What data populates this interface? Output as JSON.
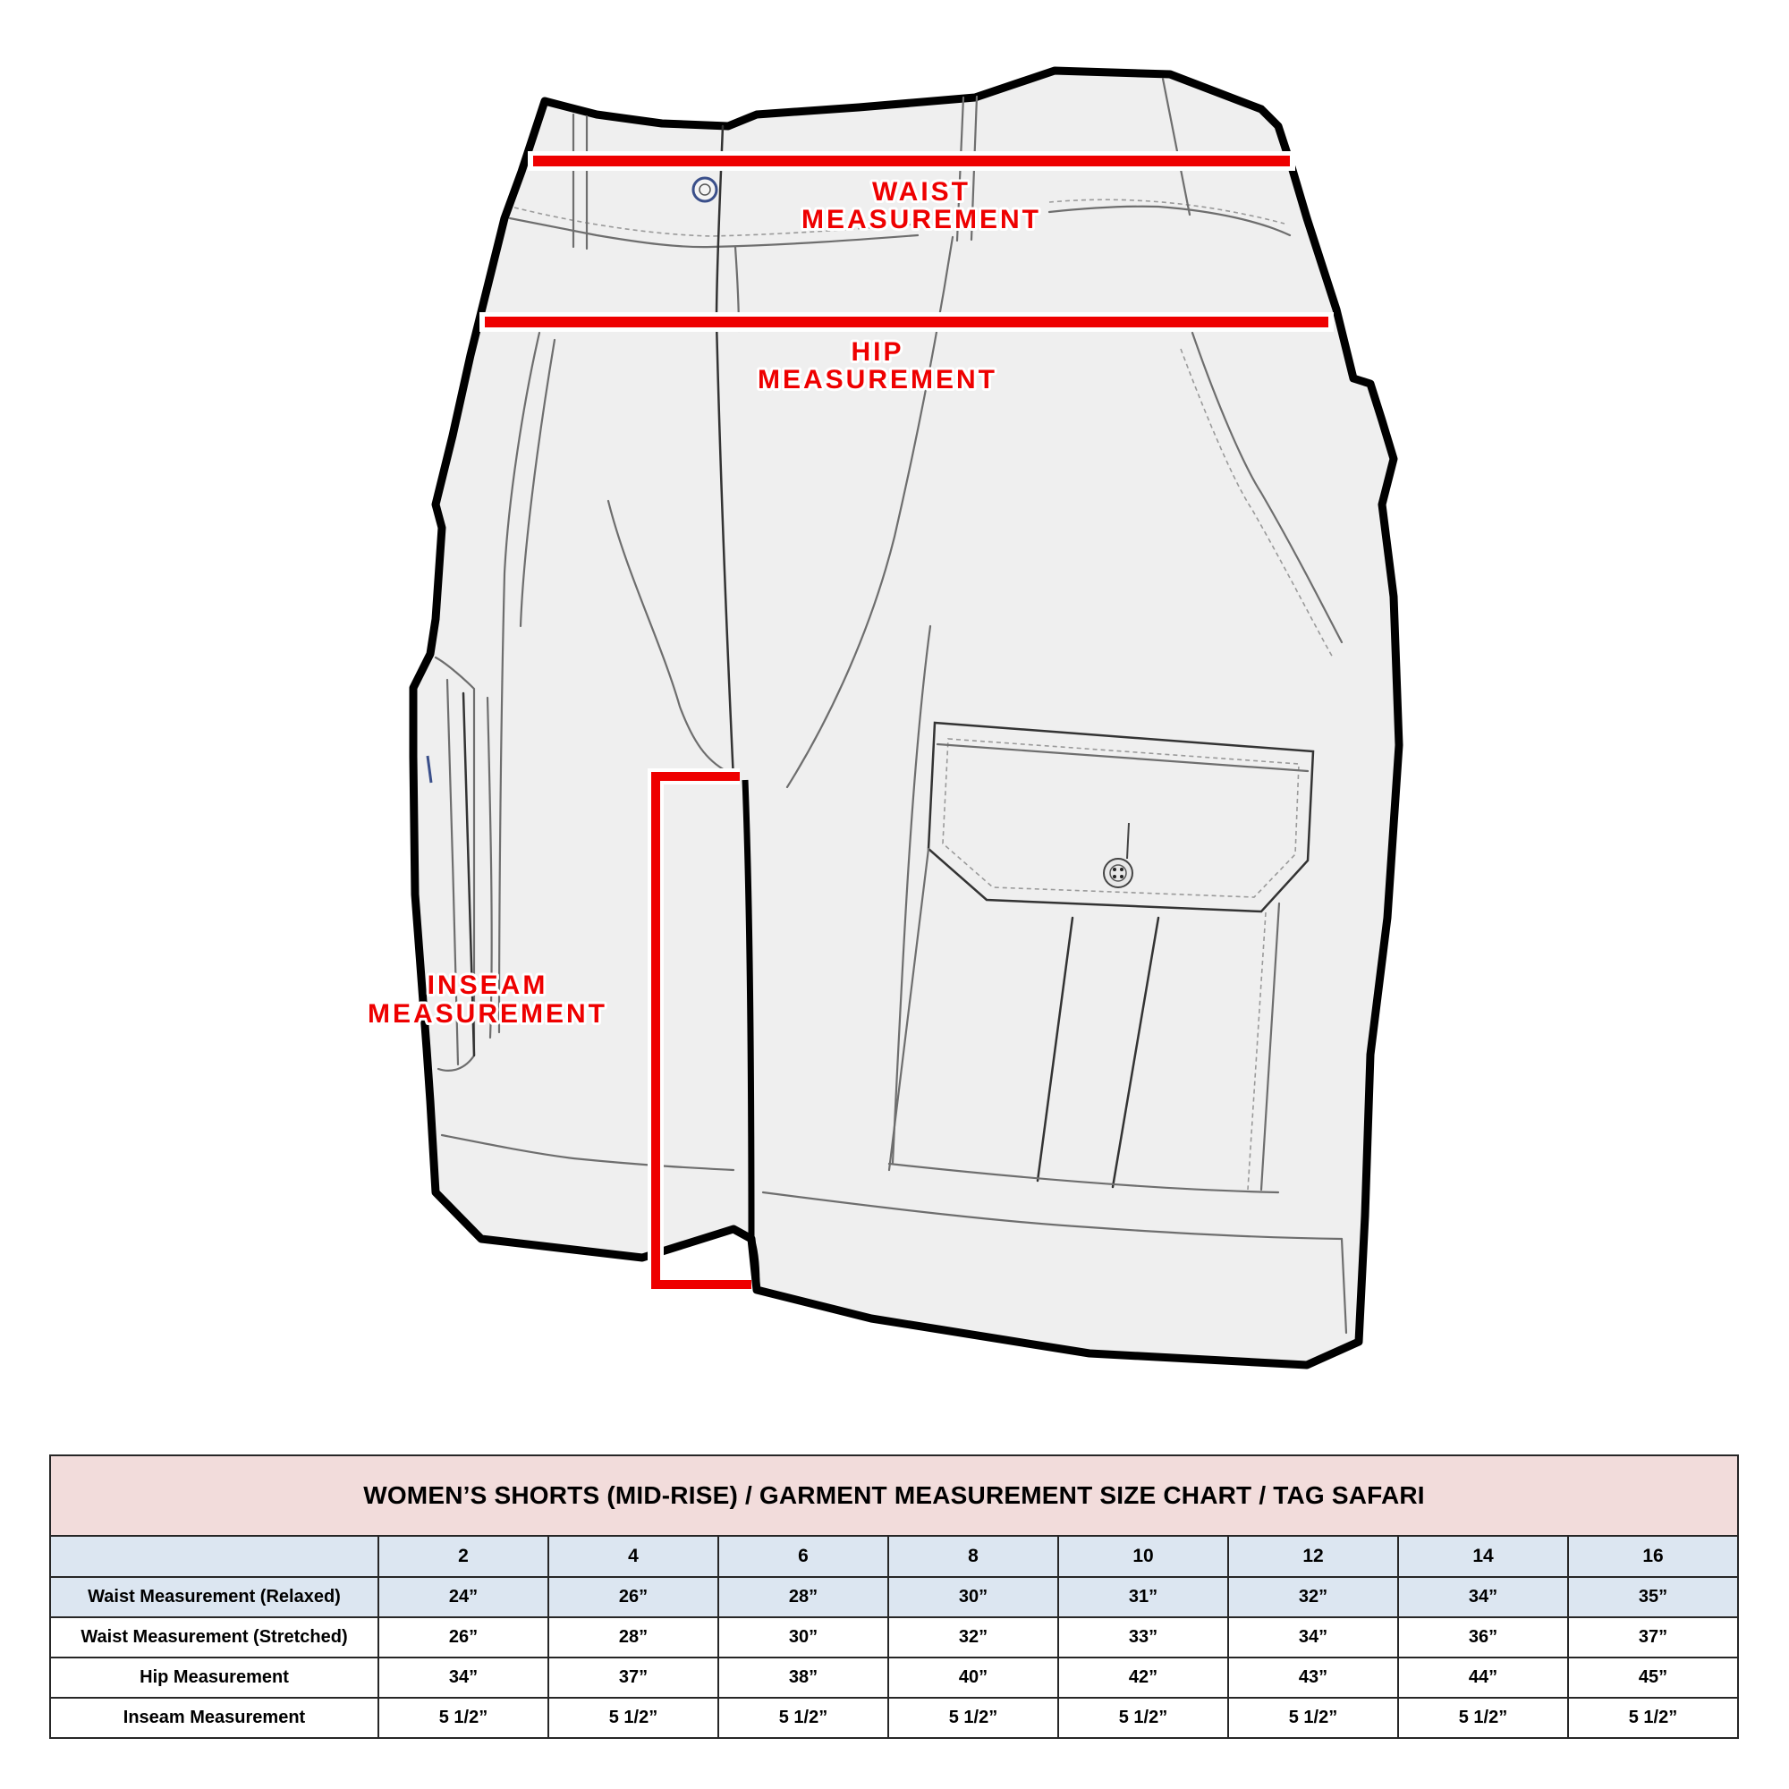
{
  "diagram": {
    "labels": {
      "waist": [
        "WAIST",
        "MEASUREMENT"
      ],
      "hip": [
        "HIP",
        "MEASUREMENT"
      ],
      "inseam": [
        "INSEAM",
        "MEASUREMENT"
      ]
    },
    "colors": {
      "measure_line": "#ee0000",
      "outline": "#000000",
      "fabric": "#efefef"
    }
  },
  "size_chart": {
    "title": "WOMEN’S SHORTS (MID-RISE) / GARMENT MEASUREMENT SIZE CHART / TAG SAFARI",
    "corner": "",
    "sizes": [
      "2",
      "4",
      "6",
      "8",
      "10",
      "12",
      "14",
      "16"
    ],
    "rows": [
      {
        "label": "Waist Measurement (Relaxed)",
        "values": [
          "24”",
          "26”",
          "28”",
          "30”",
          "31”",
          "32”",
          "34”",
          "35”"
        ]
      },
      {
        "label": "Waist Measurement (Stretched)",
        "values": [
          "26”",
          "28”",
          "30”",
          "32”",
          "33”",
          "34”",
          "36”",
          "37”"
        ]
      },
      {
        "label": "Hip Measurement",
        "values": [
          "34”",
          "37”",
          "38”",
          "40”",
          "42”",
          "43”",
          "44”",
          "45”"
        ]
      },
      {
        "label": "Inseam Measurement",
        "values": [
          "5 1/2”",
          "5 1/2”",
          "5 1/2”",
          "5 1/2”",
          "5 1/2”",
          "5 1/2”",
          "5 1/2”",
          "5 1/2”"
        ]
      }
    ],
    "colors": {
      "title_bg": "#f2dcdb",
      "header_bg": "#dce6f1",
      "border": "#262626"
    }
  }
}
